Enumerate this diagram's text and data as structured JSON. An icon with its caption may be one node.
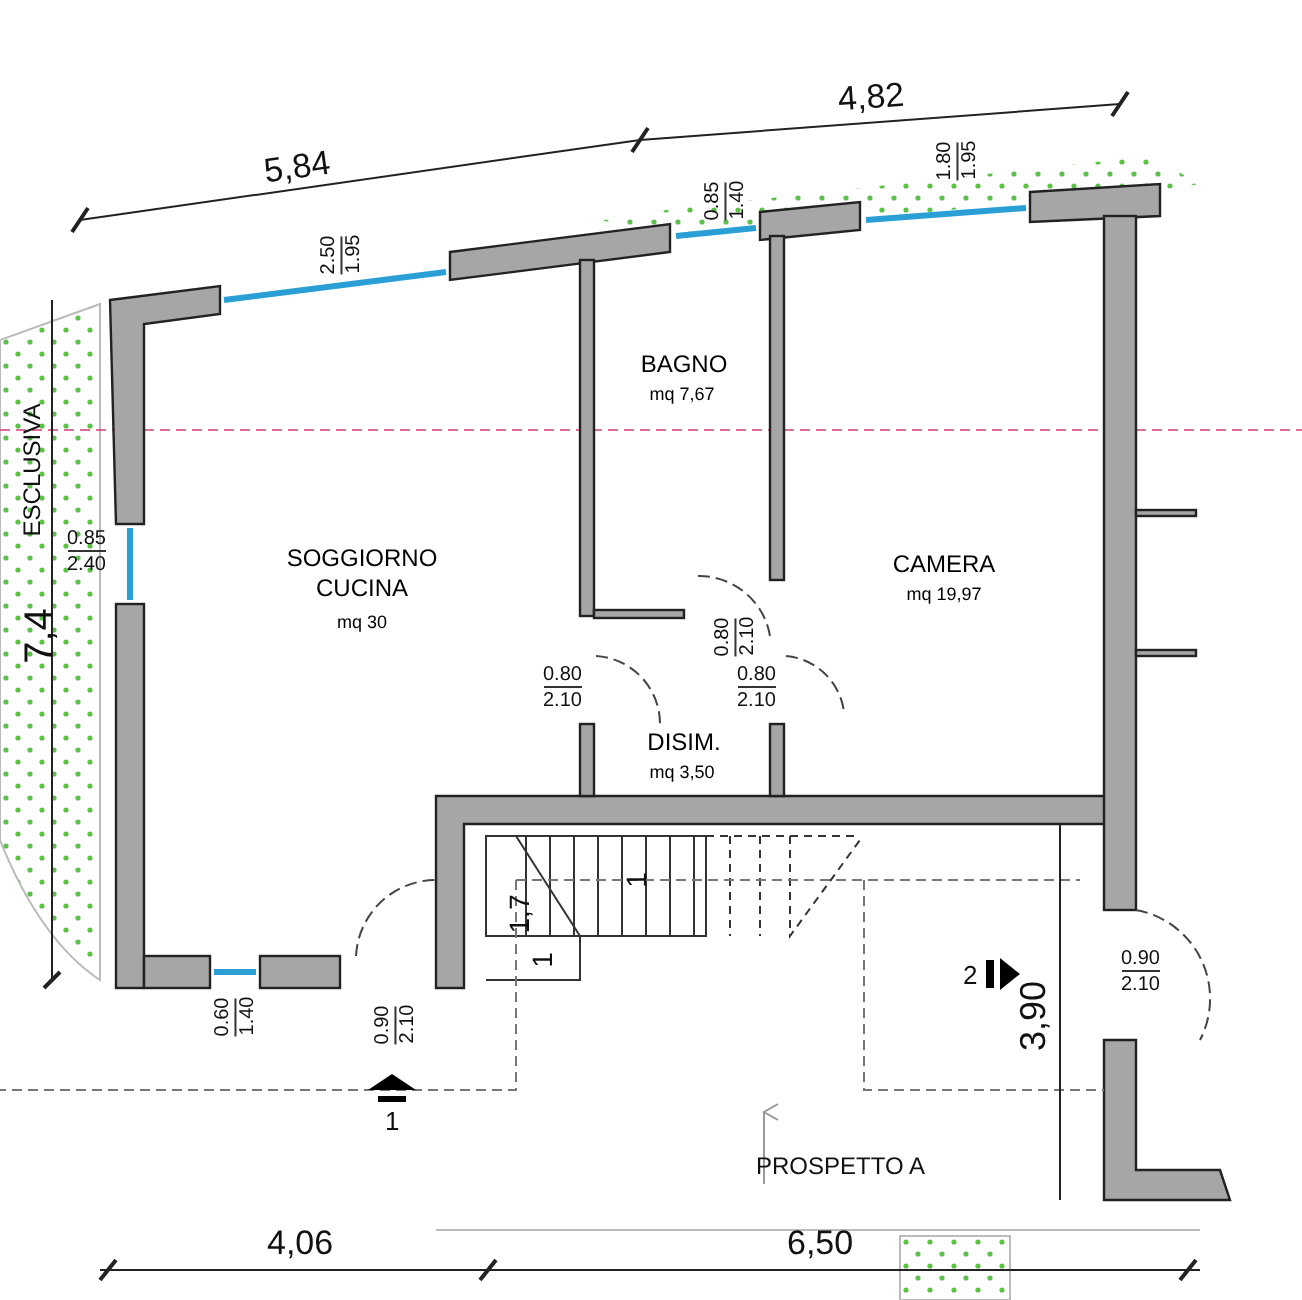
{
  "diagram": {
    "nodes": [
      {
        "text": [
          "BAGNO",
          "mq 7,67"
        ]
      },
      {
        "text": [
          "SOGGIORNO CUCINA",
          "mq 30"
        ]
      },
      {
        "text": [
          "CAMERA",
          "mq 19,97"
        ]
      },
      {
        "text": [
          "DISIM.",
          "mq 3,50"
        ]
      }
    ],
    "labels": [
      "4,82",
      "5,84",
      "0.85",
      "1.40",
      "1.80",
      "1.95",
      "2.50",
      "1.95",
      "ESCLUSIVA",
      "7,4",
      "0.85",
      "2.40",
      "0.80",
      "2.10",
      "0.80",
      "2.10",
      "0.80",
      "2.10",
      "1",
      "1,7",
      "1",
      "2",
      "3,90",
      "0.90",
      "2.10",
      "0.60",
      "1.40",
      "0.90",
      "2.10",
      "1",
      "PROSPETTO A",
      "4,06",
      "6,50"
    ]
  }
}
